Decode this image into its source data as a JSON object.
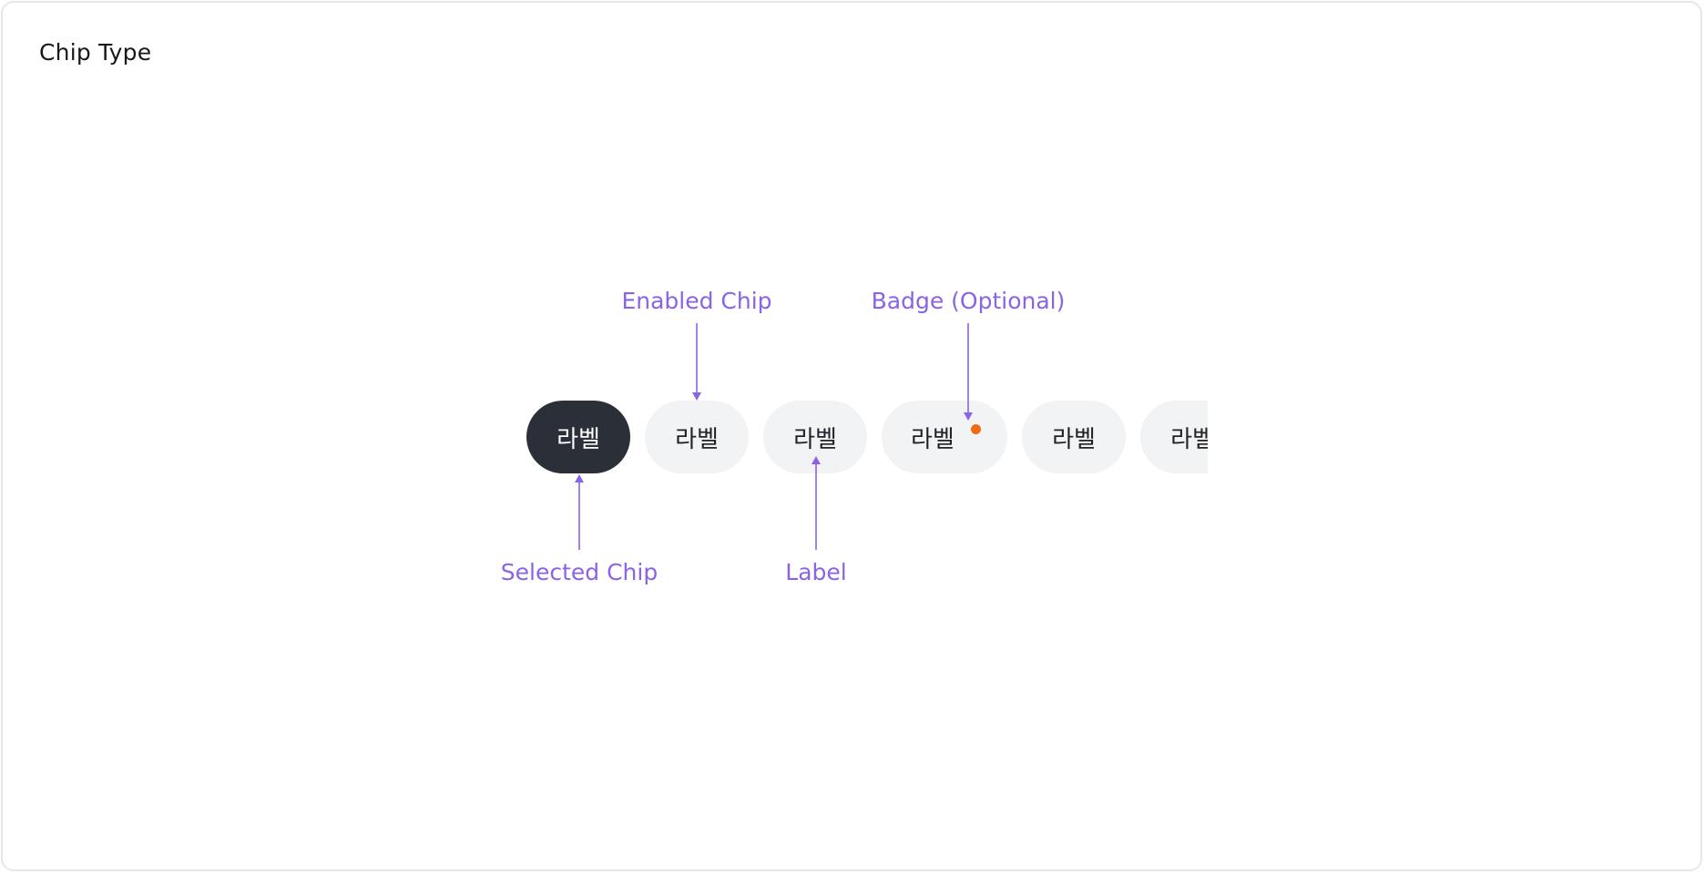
{
  "title": "Chip Type",
  "colors": {
    "annotation": "#8a63e6",
    "badge": "#f46a12",
    "chip_selected_bg": "#2b3038",
    "chip_enabled_bg": "#f2f3f5"
  },
  "chips": [
    {
      "label": "라벨",
      "state": "selected"
    },
    {
      "label": "라벨",
      "state": "enabled"
    },
    {
      "label": "라벨",
      "state": "enabled"
    },
    {
      "label": "라벨",
      "state": "enabled",
      "badge": true
    },
    {
      "label": "라벨",
      "state": "enabled"
    },
    {
      "label": "라벨",
      "state": "enabled"
    }
  ],
  "annotations": {
    "enabled_chip": "Enabled Chip",
    "badge_optional": "Badge (Optional)",
    "selected_chip": "Selected Chip",
    "label": "Label"
  }
}
